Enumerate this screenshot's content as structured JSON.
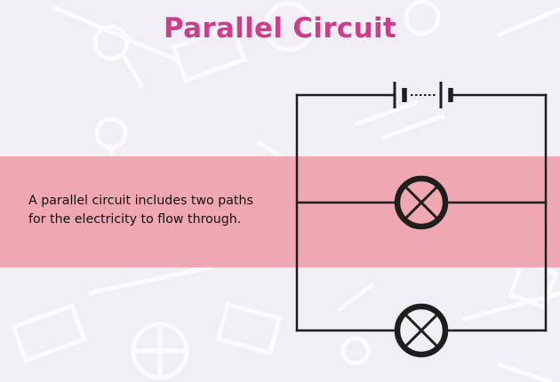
{
  "title": "Parallel Circuit",
  "caption": {
    "line1": "A parallel circuit includes two paths",
    "line2": "for the electricity to flow through."
  },
  "colors": {
    "background": "#f1eef5",
    "band": "#efa8b2",
    "title": "#cc3d8c",
    "wire": "#1e1e1e"
  },
  "circuit": {
    "components": [
      "battery",
      "lamp",
      "lamp"
    ],
    "paths": 2
  }
}
